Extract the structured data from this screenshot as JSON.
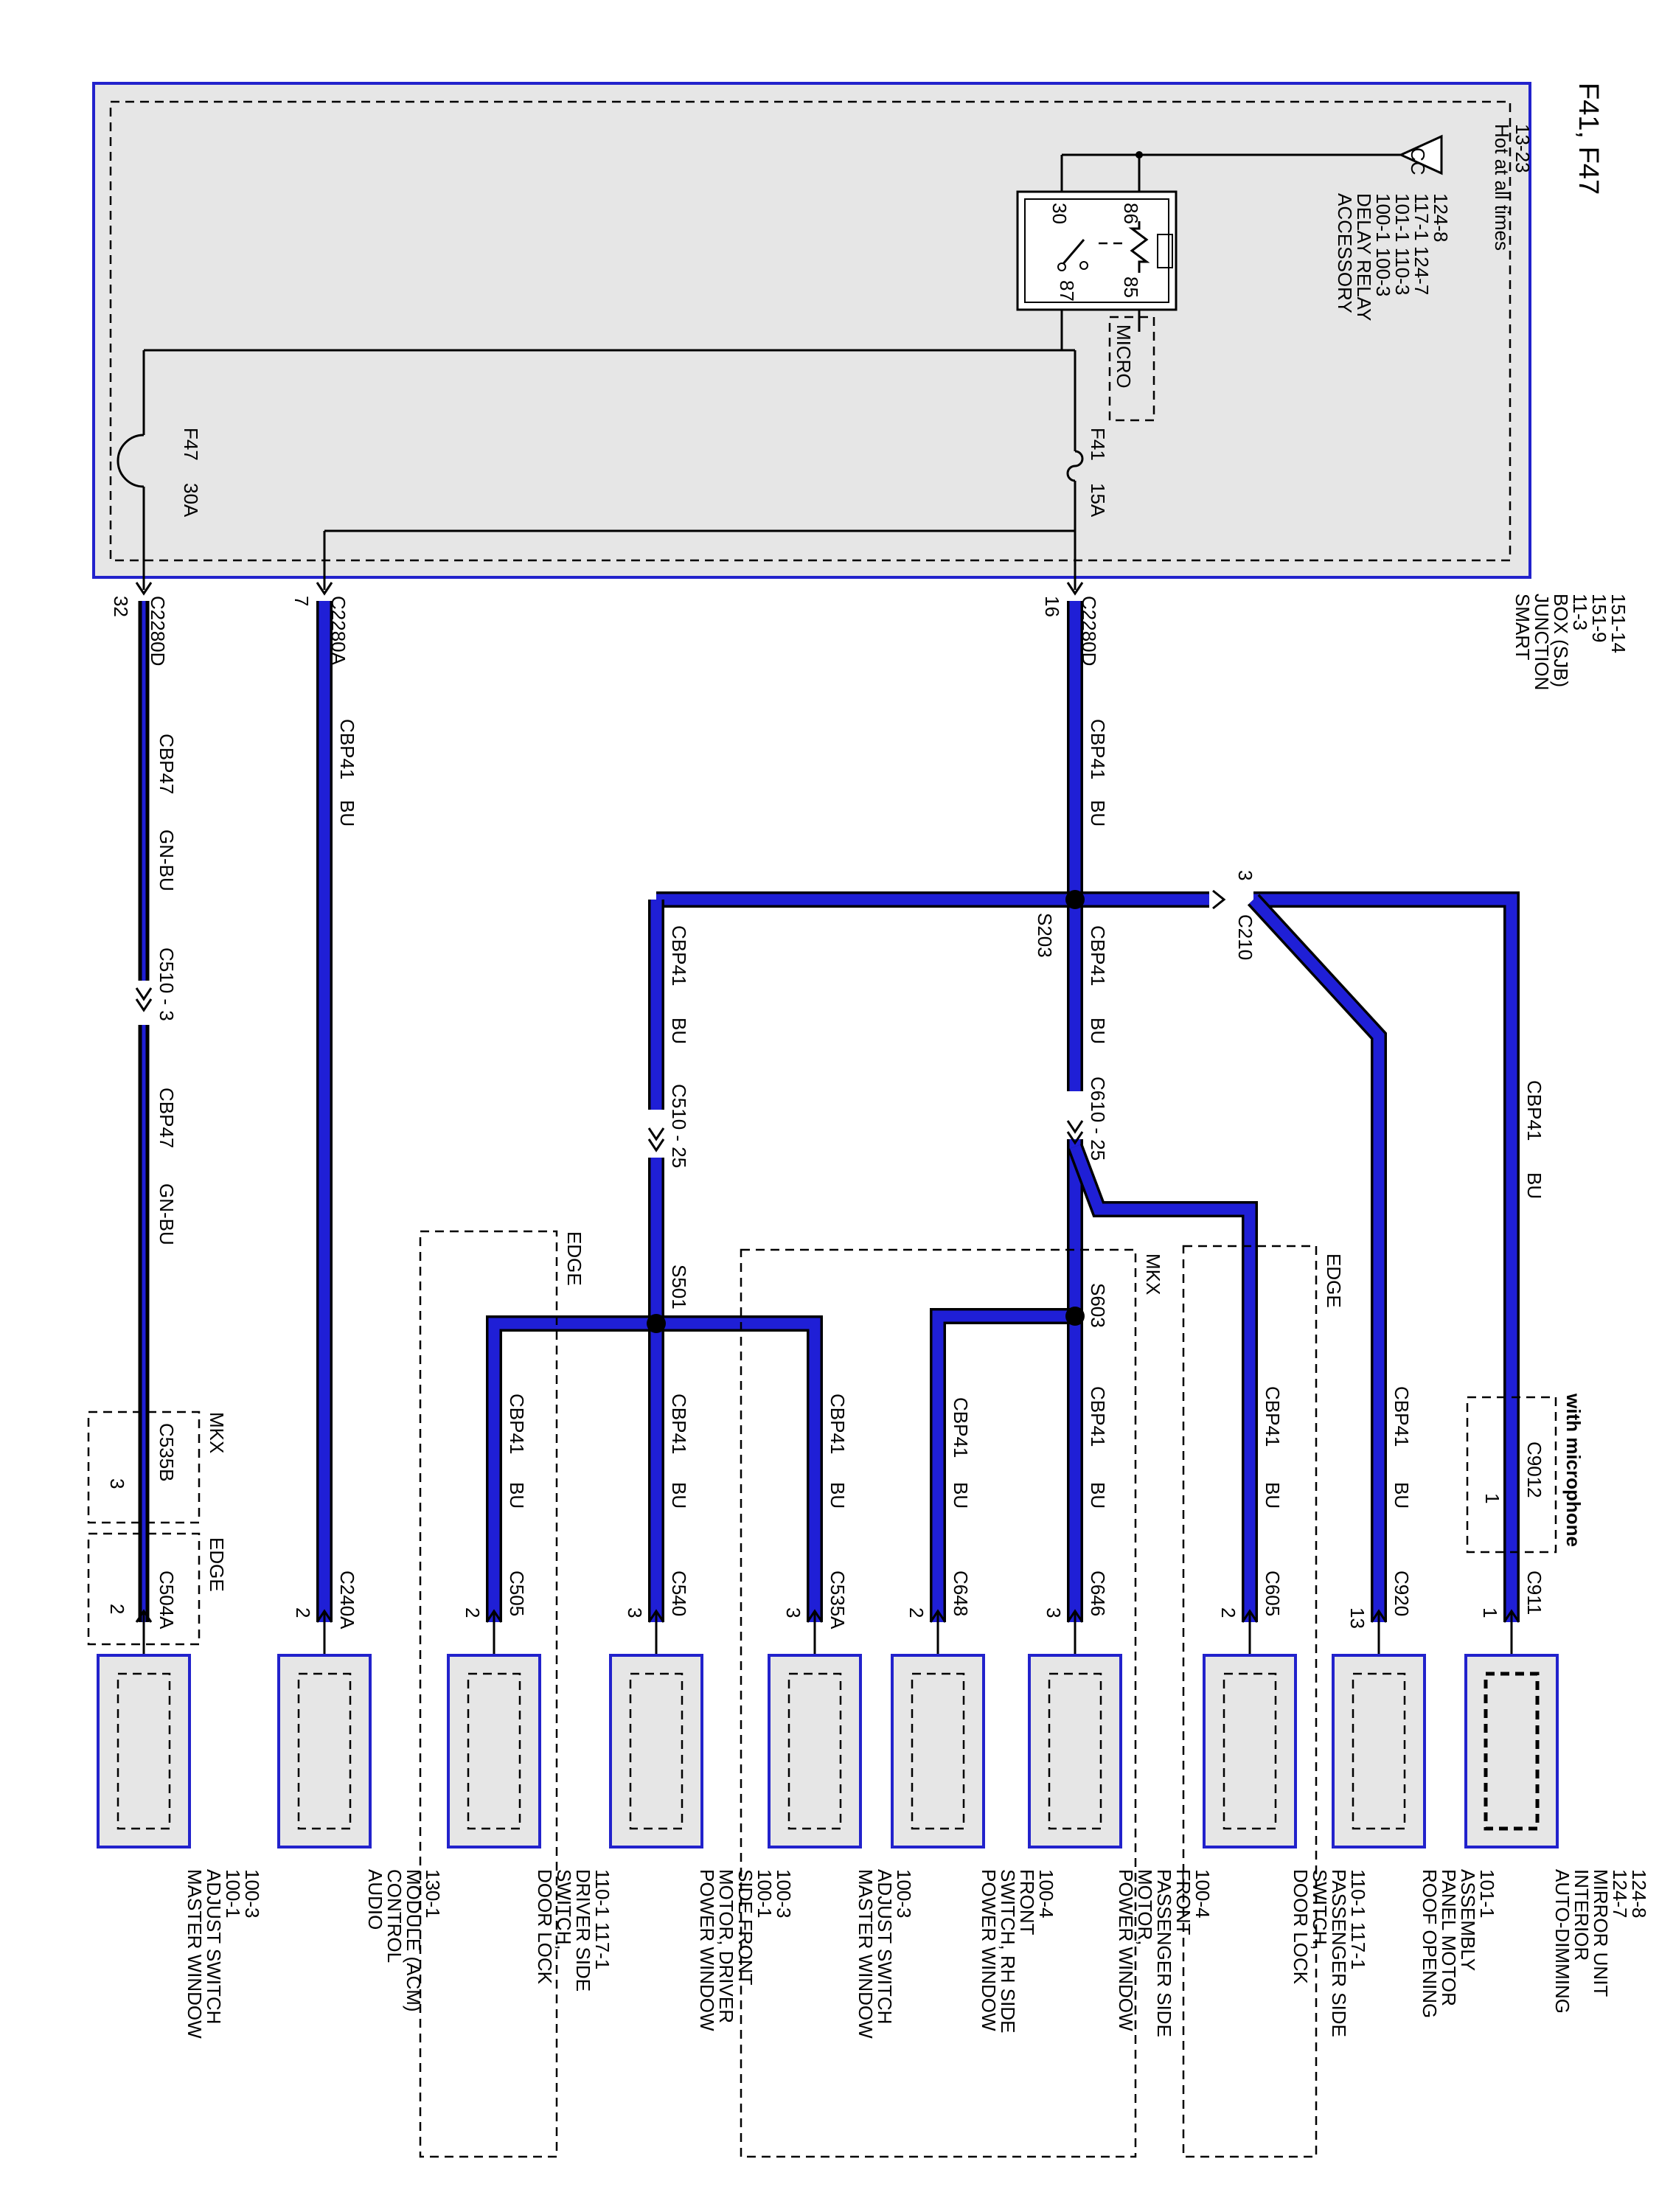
{
  "title": "F41, F47",
  "sjb": {
    "label": [
      "SMART",
      "JUNCTION",
      "BOX (SJB)",
      "11-3",
      "151-9",
      "151-14"
    ],
    "hot_label": [
      "Hot at all times",
      "13-23"
    ],
    "hot_symbol": "CC"
  },
  "relay": {
    "label": [
      "ACCESSORY",
      "DELAY RELAY",
      "100-1     100-3",
      "101-1     110-3",
      "117-1     124-7",
      "124-8"
    ],
    "pins": {
      "p30": "30",
      "p86": "86",
      "p87": "87",
      "p85": "85"
    },
    "micro": "MICRO"
  },
  "fuses": {
    "f41_name": "F41",
    "f41_rating": "15A",
    "f47_name": "F47",
    "f47_rating": "30A"
  },
  "connectors": {
    "c2280d_16": "C2280D",
    "pin16": "16",
    "c2280a_7": "C2280A",
    "pin7": "7",
    "c2280d_32": "C2280D",
    "pin32": "32",
    "c510_3": "C510 - 3",
    "c510_25": "C510 - 25",
    "c610_25": "C610 - 25",
    "c210": "C210",
    "c210_pin": "3",
    "c9012": "C9012",
    "c9012_pin": "1",
    "with_mic": "with microphone",
    "c535b": "C535B",
    "c535b_pin": "3",
    "c504a": "C504A",
    "c504a_pin": "2"
  },
  "splices": {
    "s203": "S203",
    "s501": "S501",
    "s603": "S603"
  },
  "wires": {
    "cbp41": "CBP41",
    "bu": "BU",
    "cbp47": "CBP47",
    "gnbu": "GN-BU"
  },
  "variants": {
    "edge": "EDGE",
    "mkx": "MKX"
  },
  "components": [
    {
      "connector": "C911",
      "pin": "1",
      "label": [
        "AUTO-DIMMING",
        "INTERIOR",
        "MIRROR UNIT",
        "124-7",
        "124-8"
      ]
    },
    {
      "connector": "C920",
      "pin": "13",
      "label": [
        "ROOF OPENING",
        "PANEL MOTOR",
        "ASSEMBLY",
        "101-1"
      ]
    },
    {
      "connector": "C605",
      "pin": "2",
      "label": [
        "DOOR LOCK",
        "SWITCH,",
        "PASSENGER SIDE",
        "110-1      117-1"
      ]
    },
    {
      "connector": "C646",
      "pin": "3",
      "label": [
        "POWER WINDOW",
        "MOTOR,",
        "PASSENGER SIDE",
        "FRONT",
        "100-4"
      ]
    },
    {
      "connector": "C648",
      "pin": "2",
      "label": [
        "POWER WINDOW",
        "SWITCH, RH SIDE",
        "FRONT",
        "100-4"
      ]
    },
    {
      "connector": "C535A",
      "pin": "3",
      "label": [
        "MASTER WINDOW",
        "ADJUST SWITCH",
        "100-3"
      ]
    },
    {
      "connector": "C540",
      "pin": "3",
      "label": [
        "POWER WINDOW",
        "MOTOR, DRIVER",
        "SIDE FRONT",
        "100-1",
        "100-3"
      ]
    },
    {
      "connector": "C505",
      "pin": "2",
      "label": [
        "DOOR LOCK",
        "SWITCH,",
        "DRIVER SIDE",
        "110-1     117-1"
      ]
    },
    {
      "connector": "C240A",
      "pin": "2",
      "label": [
        "AUDIO",
        "CONTROL",
        "MODULE (ACM)",
        "130-1"
      ]
    },
    {
      "connector": "",
      "pin": "",
      "label": [
        "MASTER WINDOW",
        "ADJUST SWITCH",
        "100-1",
        "100-3"
      ]
    }
  ]
}
